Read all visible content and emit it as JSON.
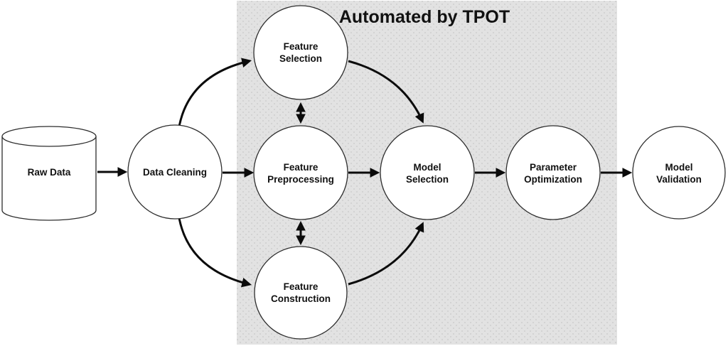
{
  "diagram": {
    "region": {
      "label": "Automated by TPOT",
      "fill": "#e2e2e2",
      "dot_color": "#c9c9c9"
    },
    "nodes": {
      "raw_data": {
        "label": "Raw Data",
        "shape": "cylinder"
      },
      "data_cleaning": {
        "label": "Data Cleaning",
        "shape": "circle"
      },
      "feature_selection": {
        "line1": "Feature",
        "line2": "Selection",
        "shape": "circle",
        "in_tpot_region": true
      },
      "feature_preprocessing": {
        "line1": "Feature",
        "line2": "Preprocessing",
        "shape": "circle",
        "in_tpot_region": true
      },
      "feature_construction": {
        "line1": "Feature",
        "line2": "Construction",
        "shape": "circle",
        "in_tpot_region": true
      },
      "model_selection": {
        "line1": "Model",
        "line2": "Selection",
        "shape": "circle",
        "in_tpot_region": true
      },
      "parameter_optimization": {
        "line1": "Parameter",
        "line2": "Optimization",
        "shape": "circle",
        "in_tpot_region": true
      },
      "model_validation": {
        "line1": "Model",
        "line2": "Validation",
        "shape": "circle",
        "in_tpot_region": false
      }
    },
    "edges": [
      {
        "from": "raw-data",
        "to": "data-cleaning",
        "bidirectional": false
      },
      {
        "from": "data-cleaning",
        "to": "feature-selection",
        "bidirectional": false
      },
      {
        "from": "data-cleaning",
        "to": "feature-preprocessing",
        "bidirectional": false
      },
      {
        "from": "data-cleaning",
        "to": "feature-construction",
        "bidirectional": false
      },
      {
        "from": "feature-selection",
        "to": "feature-preprocessing",
        "bidirectional": true
      },
      {
        "from": "feature-preprocessing",
        "to": "feature-construction",
        "bidirectional": true
      },
      {
        "from": "feature-selection",
        "to": "model-selection",
        "bidirectional": false
      },
      {
        "from": "feature-preprocessing",
        "to": "model-selection",
        "bidirectional": false
      },
      {
        "from": "feature-construction",
        "to": "model-selection",
        "bidirectional": false
      },
      {
        "from": "model-selection",
        "to": "parameter-optimization",
        "bidirectional": false
      },
      {
        "from": "parameter-optimization",
        "to": "model-validation",
        "bidirectional": false
      }
    ],
    "colors": {
      "background": "#ffffff",
      "node_fill": "#ffffff",
      "node_stroke": "#2d2d2d",
      "arrow": "#0b0b0b",
      "text": "#111111"
    }
  }
}
